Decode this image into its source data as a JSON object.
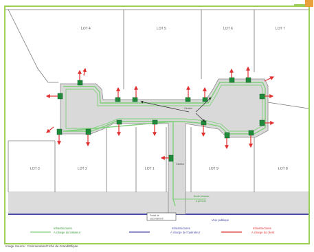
{
  "lots": [
    {
      "id": "lot4",
      "label": "LOT 4"
    },
    {
      "id": "lot5",
      "label": "LOT 5"
    },
    {
      "id": "lot6",
      "label": "LOT 6"
    },
    {
      "id": "lot7",
      "label": "LOT 7"
    },
    {
      "id": "lot3",
      "label": "LOT 3"
    },
    {
      "id": "lot2",
      "label": "LOT 2"
    },
    {
      "id": "lot1",
      "label": "LOT 1"
    },
    {
      "id": "lot9",
      "label": "LOT 9"
    },
    {
      "id": "lot8",
      "label": "LOT 8"
    }
  ],
  "annotations": {
    "centre": "Giration",
    "access": "Giration",
    "network_label": "Bodin réseau",
    "network_sub": "à prévoir",
    "entrance": "Portail de",
    "entrance_sub": "raccordement",
    "road": "Voie publique"
  },
  "legend": [
    {
      "line1": "Infrastructures",
      "line2": "A charge du lotisseur",
      "color": "#7fd07a"
    },
    {
      "line1": "Infrastructures",
      "line2": "A charge de l'opérateur",
      "color": "#4a4aa8"
    },
    {
      "line1": "Infrastructures",
      "line2": "A charge du client",
      "color": "#e03030"
    }
  ],
  "caption": "Image Source : Commentaire/Fiche de Grand/Ellipse",
  "colors": {
    "frame": "#9ccf5a",
    "network": "#7fd07a",
    "chamber": "#1f8a3a",
    "client_arrow": "#e03030",
    "operator_line": "#4a4aa8",
    "road": "#dcdcdc"
  }
}
